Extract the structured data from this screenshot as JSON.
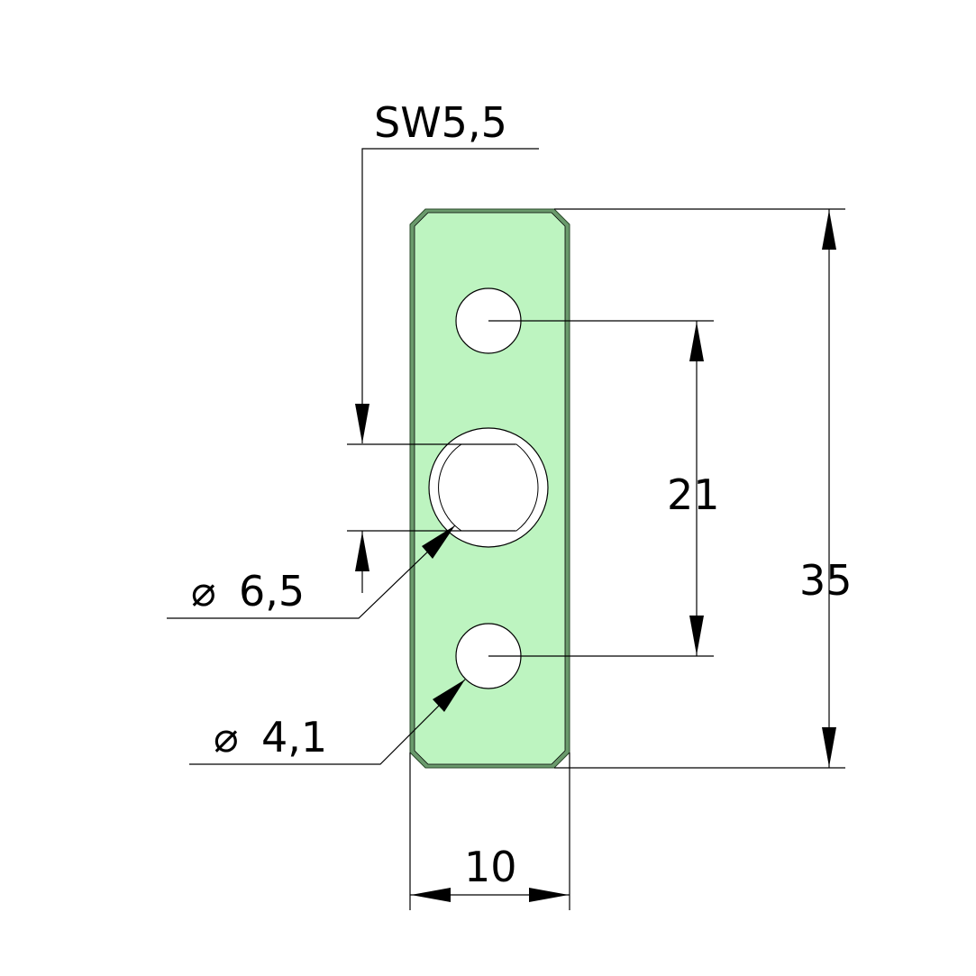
{
  "drawing": {
    "part_fill_color": "#bdf4c0",
    "part_edge_color": "#6a9a6c",
    "dimensions": {
      "wrench_size": "SW5,5",
      "hole_spacing": "21",
      "overall_length": "35",
      "width": "10",
      "large_hole_diameter": "6,5",
      "small_hole_diameter": "4,1",
      "diameter_symbol": "⌀"
    }
  }
}
